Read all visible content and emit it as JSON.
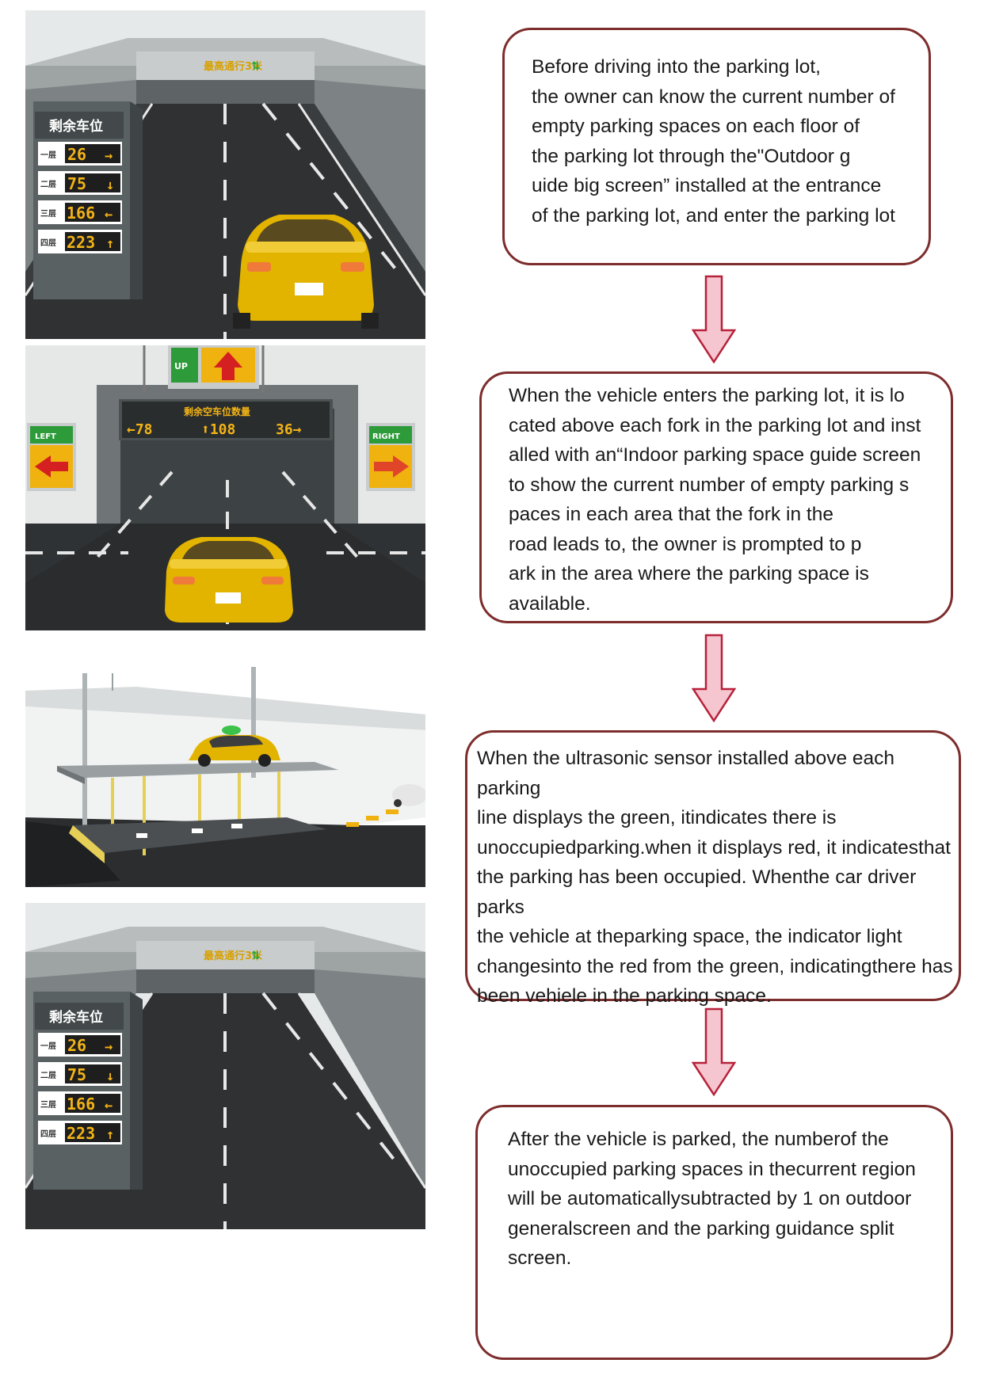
{
  "steps": [
    {
      "text": "Before driving into the parking lot,\nthe owner can know the current number of\nempty parking spaces on each floor of\nthe parking lot through the\"Outdoor g\nuide big screen” installed at the entrance\nof the parking lot, and enter the parking lot"
    },
    {
      "text": "When the vehicle enters the parking lot, it is lo\ncated above each fork in the parking lot and inst\nalled with an“Indoor parking space guide screen\nto show the current number of empty parking s\npaces in each area that the fork in the\nroad leads to, the owner is prompted to p\nark in the area where the parking space is\navailable."
    },
    {
      "text": "When the ultrasonic sensor installed above each parking\nline displays the green, itindicates there is\nunoccupiedparking.when it displays red, it indicatesthat\nthe parking has been occupied. Whenthe car driver parks\nthe vehicle at theparking space, the indicator light\nchangesinto the red from the green, indicatingthere has\nbeen vehiele in the parking space."
    },
    {
      "text": "After the vehicle is parked, the numberof the\nunoccupied parking spaces in thecurrent region\nwill be automaticallysubtracted by 1 on outdoor\ngeneralscreen and the parking guidance split\nscreen."
    }
  ],
  "outdoor_sign": {
    "title": "剩余车位",
    "tunnel_banner": "最高通行3米",
    "floors": [
      {
        "label": "一层",
        "count": "26",
        "arrow": "→"
      },
      {
        "label": "二层",
        "count": "75",
        "arrow": "↓"
      },
      {
        "label": "三层",
        "count": "166",
        "arrow": "←"
      },
      {
        "label": "四层",
        "count": "223",
        "arrow": "↑"
      }
    ]
  },
  "indoor_sign": {
    "title": "剩余空车位数量",
    "left_value": "←78",
    "up_value": "⬆108",
    "right_value": "36→",
    "up_label": "UP",
    "left_label": "LEFT",
    "right_label": "RIGHT"
  },
  "colors": {
    "box_border": "#7e2d2d",
    "arrow_fill": "#f5c6d0",
    "arrow_stroke": "#b7213a",
    "car_yellow": "#e2b400",
    "sign_amber": "#f2b316"
  }
}
